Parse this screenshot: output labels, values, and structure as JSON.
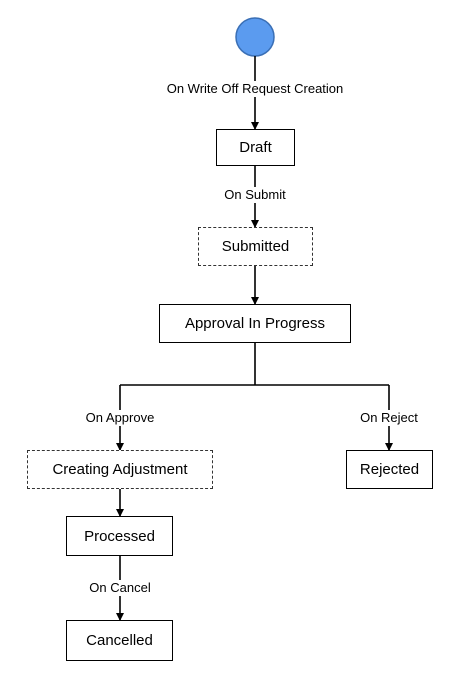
{
  "diagram": {
    "start_color": "#5b9bef",
    "states": {
      "draft": "Draft",
      "submitted": "Submitted",
      "approval_in_progress": "Approval In Progress",
      "creating_adjustment": "Creating Adjustment",
      "rejected": "Rejected",
      "processed": "Processed",
      "cancelled": "Cancelled"
    },
    "transitions": {
      "write_off_request_creation": "On Write Off Request Creation",
      "submit": "On Submit",
      "approve": "On Approve",
      "reject": "On Reject",
      "cancel": "On Cancel"
    }
  }
}
